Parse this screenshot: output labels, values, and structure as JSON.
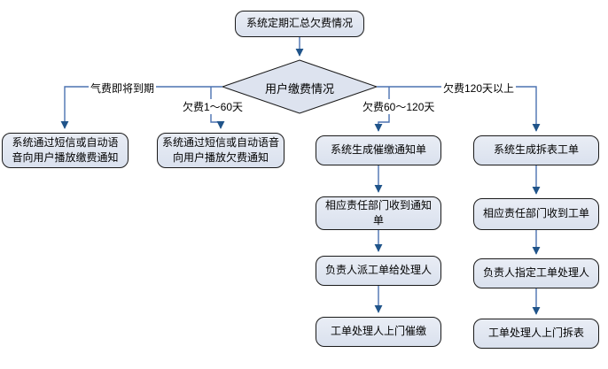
{
  "diagram": {
    "type": "flowchart",
    "start_node": "系统定期汇总欠费情况",
    "decision_node": "用户缴费情况",
    "branches": [
      {
        "label": "气费即将到期",
        "steps": [
          "系统通过短信或自动语音向用户播放缴费通知"
        ]
      },
      {
        "label": "欠费1～60天",
        "steps": [
          "系统通过短信或自动语音向用户播放欠费通知"
        ]
      },
      {
        "label": "欠费60～120天",
        "steps": [
          "系统生成催缴通知单",
          "相应责任部门收到通知单",
          "负责人派工单给处理人",
          "工单处理人上门催缴"
        ]
      },
      {
        "label": "欠费120天以上",
        "steps": [
          "系统生成拆表工单",
          "相应责任部门收到工单",
          "负责人指定工单处理人",
          "工单处理人上门拆表"
        ]
      }
    ],
    "colors": {
      "node_fill_top": "#e9edf5",
      "node_fill_bottom": "#dae1ee",
      "node_border": "#1a1a1a",
      "connector_line": "#4b72b0",
      "arrowhead": "#20548a",
      "background": "#ffffff",
      "text": "#000000"
    }
  }
}
